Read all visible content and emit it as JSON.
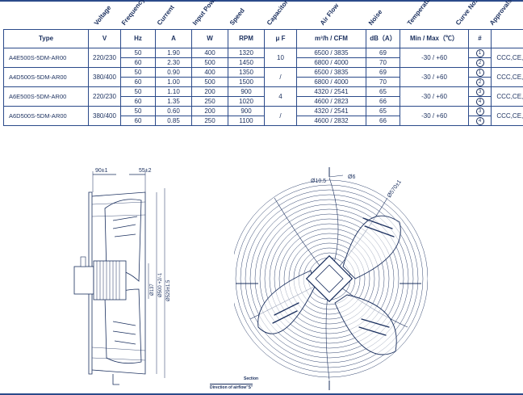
{
  "headers_rotated": [
    "Voltage",
    "Frequency",
    "Current",
    "Input Power",
    "Speed",
    "Capacitor",
    "Air Flow",
    "Noise",
    "Temperature",
    "Curve No.",
    "Approvals"
  ],
  "units": [
    "Type",
    "V",
    "Hz",
    "A",
    "W",
    "RPM",
    "μ F",
    "m³/h  /  CFM",
    "dB（A）",
    "Min / Max（℃）",
    "#",
    ""
  ],
  "rows": [
    {
      "type": "A4E500S-5DM-AR00",
      "voltage": "220/230",
      "capacitor": "10",
      "temp": "-30 / +60",
      "approvals": "CCC,CE,RoHS",
      "sub": [
        {
          "hz": "50",
          "a": "1.90",
          "w": "400",
          "rpm": "1320",
          "air": "6500  /  3835",
          "db": "69",
          "curve": "1"
        },
        {
          "hz": "60",
          "a": "2.30",
          "w": "500",
          "rpm": "1450",
          "air": "6800  /  4000",
          "db": "70",
          "curve": "2"
        }
      ]
    },
    {
      "type": "A4D500S-5DM-AR00",
      "voltage": "380/400",
      "capacitor": "/",
      "temp": "-30 / +60",
      "approvals": "CCC,CE,RoHS",
      "sub": [
        {
          "hz": "50",
          "a": "0.90",
          "w": "400",
          "rpm": "1350",
          "air": "6500  /  3835",
          "db": "69",
          "curve": "1"
        },
        {
          "hz": "60",
          "a": "1.00",
          "w": "500",
          "rpm": "1500",
          "air": "6800  /  4000",
          "db": "70",
          "curve": "2"
        }
      ]
    },
    {
      "type": "A6E500S-5DM-AR00",
      "voltage": "220/230",
      "capacitor": "4",
      "temp": "-30 / +60",
      "approvals": "CCC,CE,RoHS",
      "sub": [
        {
          "hz": "50",
          "a": "1.10",
          "w": "200",
          "rpm": "900",
          "air": "4320  /  2541",
          "db": "65",
          "curve": "3"
        },
        {
          "hz": "60",
          "a": "1.35",
          "w": "250",
          "rpm": "1020",
          "air": "4600  /  2823",
          "db": "66",
          "curve": "4"
        }
      ]
    },
    {
      "type": "A6D500S-5DM-AR00",
      "voltage": "380/400",
      "capacitor": "/",
      "temp": "-30 / +60",
      "approvals": "CCC,CE,RoHS",
      "sub": [
        {
          "hz": "50",
          "a": "0.60",
          "w": "200",
          "rpm": "900",
          "air": "4320  /  2541",
          "db": "65",
          "curve": "3"
        },
        {
          "hz": "60",
          "a": "0.85",
          "w": "250",
          "rpm": "1100",
          "air": "4600  /  2832",
          "db": "66",
          "curve": "4"
        }
      ]
    }
  ],
  "drawing": {
    "dim_left": "90±1",
    "dim_right": "55±2",
    "dia_137": "Ø137",
    "dia_500": "Ø500 +2/-1",
    "dia_529": "Ø529±1.5",
    "dia_10_5": "Ø10.5",
    "dia_6": "Ø6",
    "dia_570": "Ø570±1",
    "section": "Section",
    "direction": "Direction of airflow\"S\""
  }
}
